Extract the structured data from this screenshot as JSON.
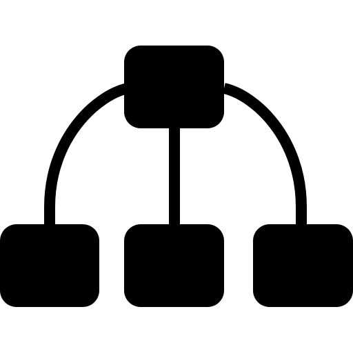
{
  "icon": {
    "name": "hierarchy-icon",
    "color": "#000000",
    "background": "#ffffff",
    "nodes": [
      "root-node",
      "left-child-node",
      "middle-child-node",
      "right-child-node"
    ]
  }
}
